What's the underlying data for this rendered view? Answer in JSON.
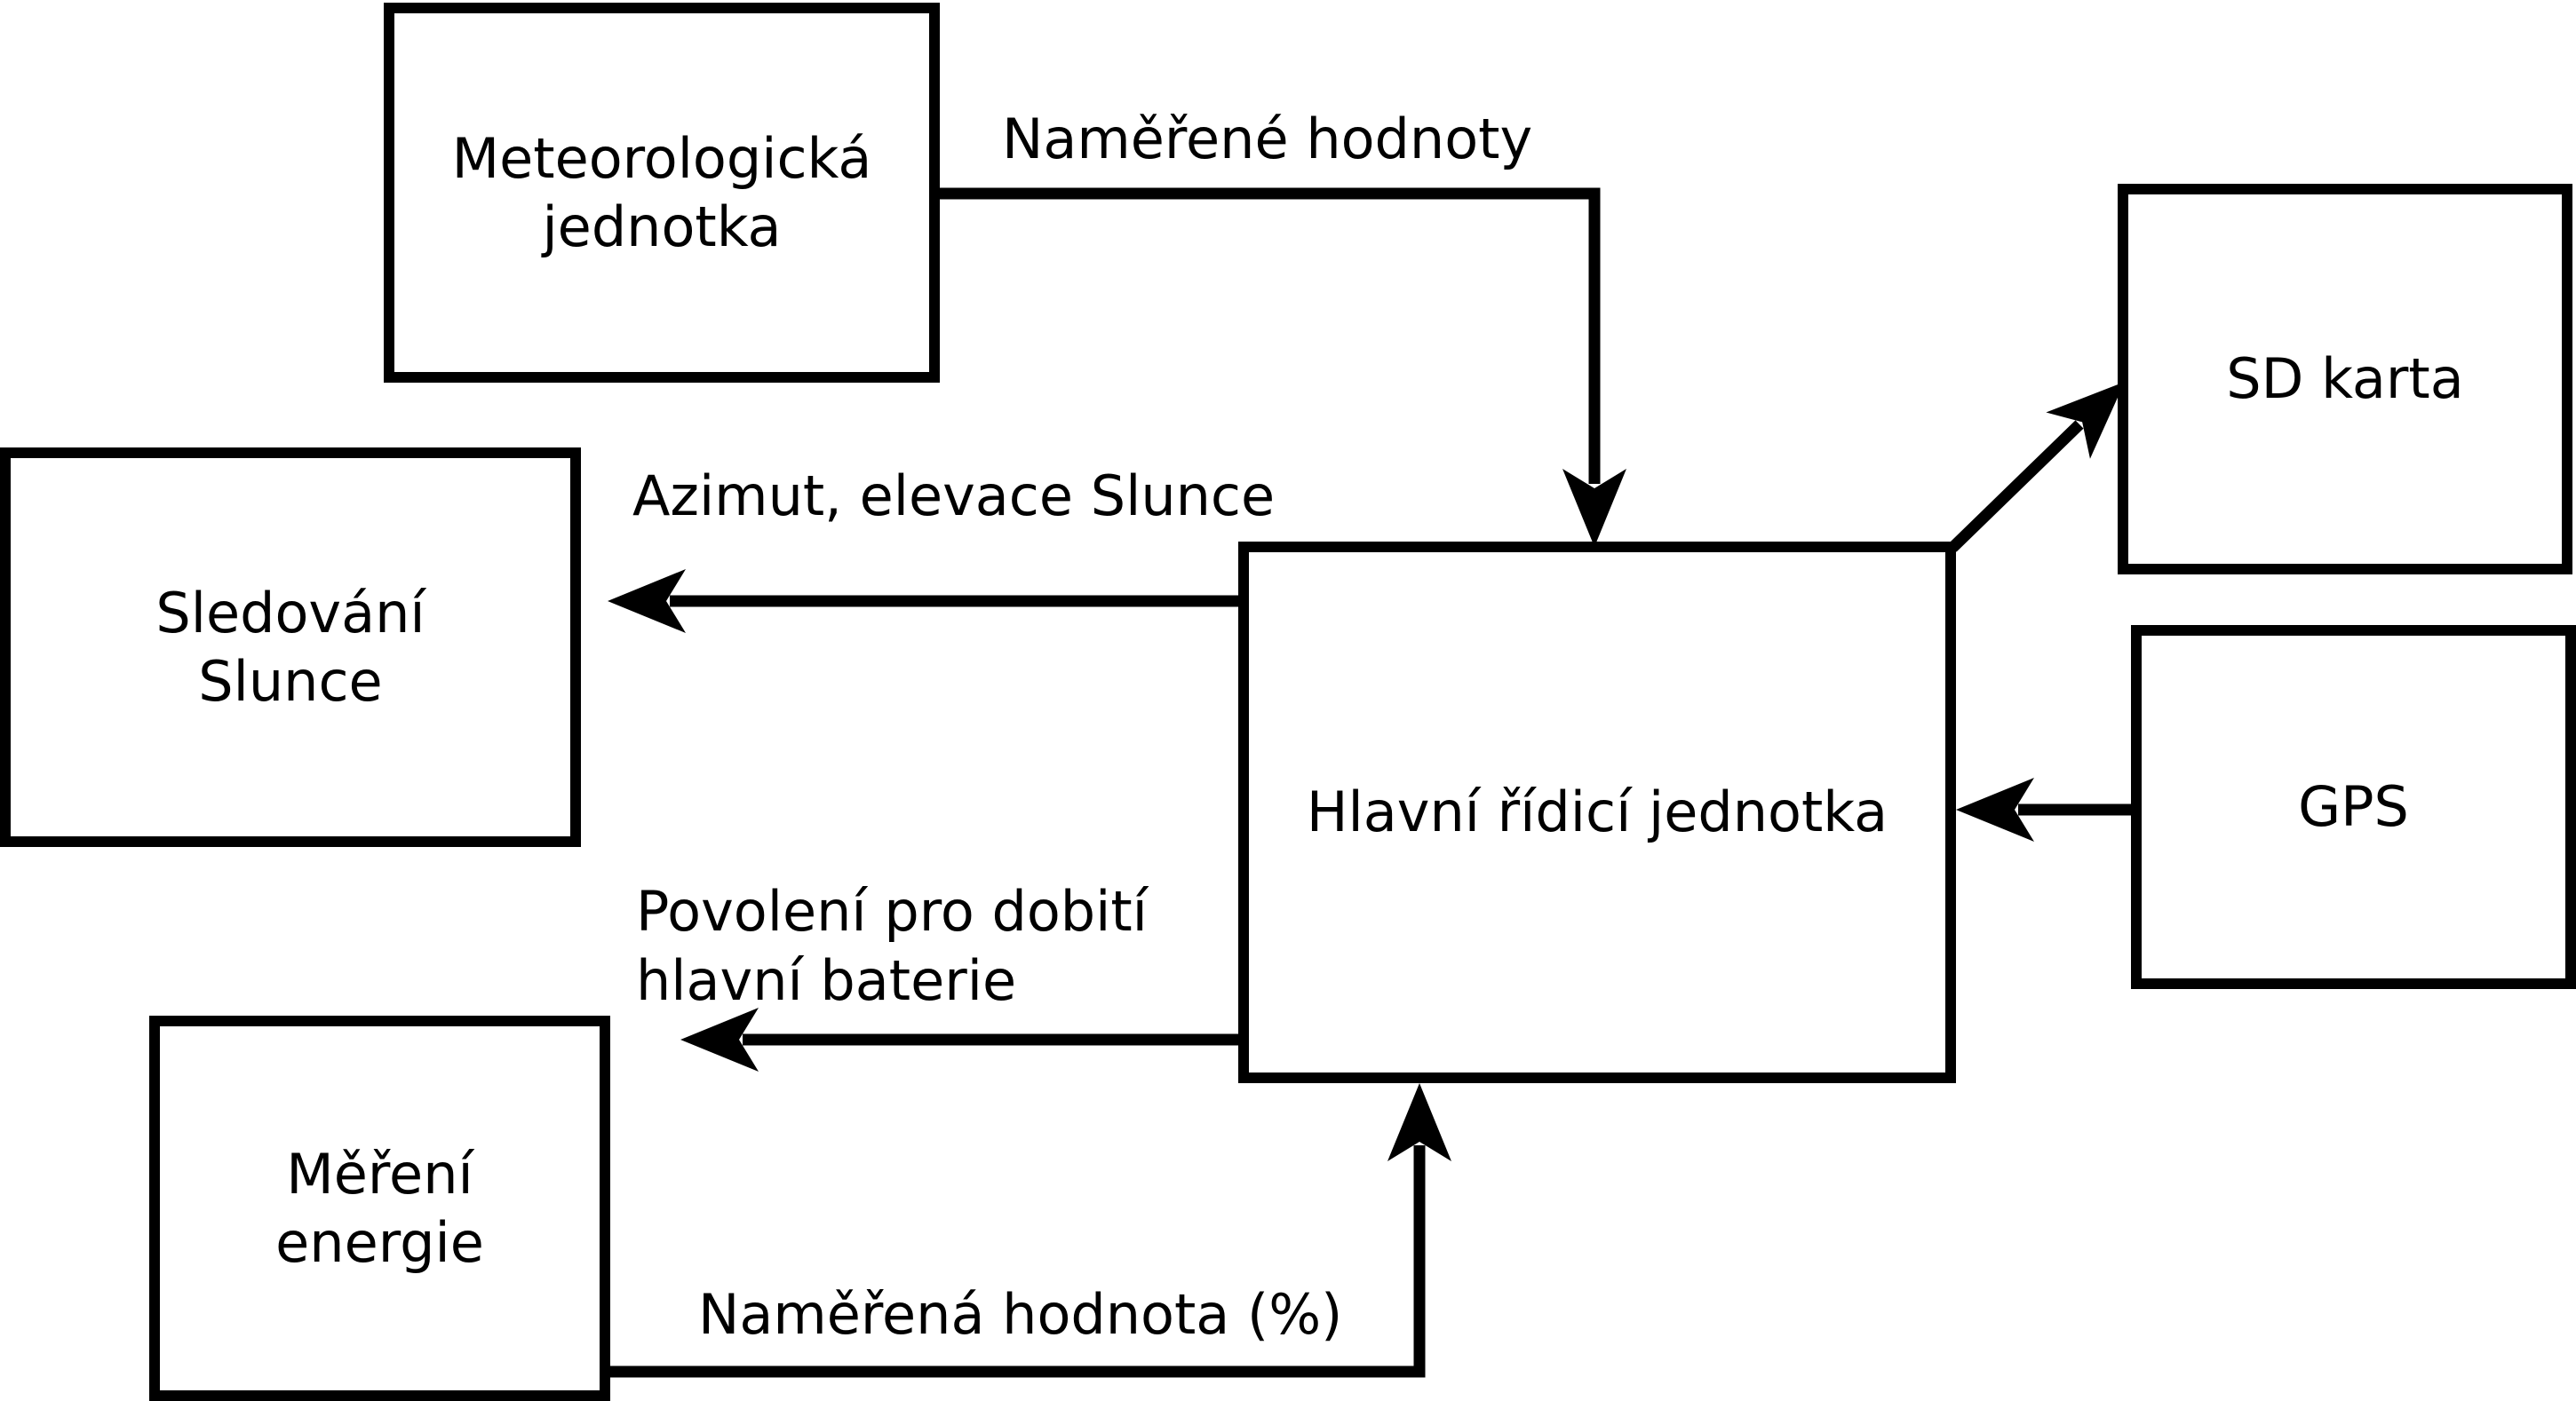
{
  "diagram": {
    "colors": {
      "background": "#ffffff",
      "foreground": "#000000"
    },
    "nodes": {
      "meteo_unit": {
        "label": "Meteorologická\njednotka"
      },
      "sd_card": {
        "label": "SD karta"
      },
      "sun_tracking": {
        "label": "Sledování\nSlunce"
      },
      "main_control_unit": {
        "label": "Hlavní řídicí jednotka"
      },
      "gps": {
        "label": "GPS"
      },
      "energy_measurement": {
        "label": "Měření\nenergie"
      }
    },
    "edge_labels": {
      "measured_values": "Naměřené hodnoty",
      "sun_azimuth_elevation": "Azimut, elevace Slunce",
      "charge_permission": "Povolení pro dobití\nhlavní baterie",
      "measured_value_percent": "Naměřená hodnota (%)"
    },
    "edges": [
      {
        "from": "Meteorologická jednotka",
        "to": "Hlavní řídicí jednotka",
        "label": "Naměřené hodnoty",
        "direction": "down"
      },
      {
        "from": "Hlavní řídicí jednotka",
        "to": "Sledování Slunce",
        "label": "Azimut, elevace Slunce",
        "direction": "left"
      },
      {
        "from": "Hlavní řídicí jednotka",
        "to": "SD karta",
        "label": null,
        "direction": "up-right"
      },
      {
        "from": "GPS",
        "to": "Hlavní řídicí jednotka",
        "label": null,
        "direction": "left"
      },
      {
        "from": "Hlavní řídicí jednotka",
        "to": null,
        "label": "Povolení pro dobití hlavní baterie",
        "direction": "left"
      },
      {
        "from": "Měření energie",
        "to": "Hlavní řídicí jednotka",
        "label": "Naměřená hodnota (%)",
        "direction": "up"
      }
    ]
  }
}
